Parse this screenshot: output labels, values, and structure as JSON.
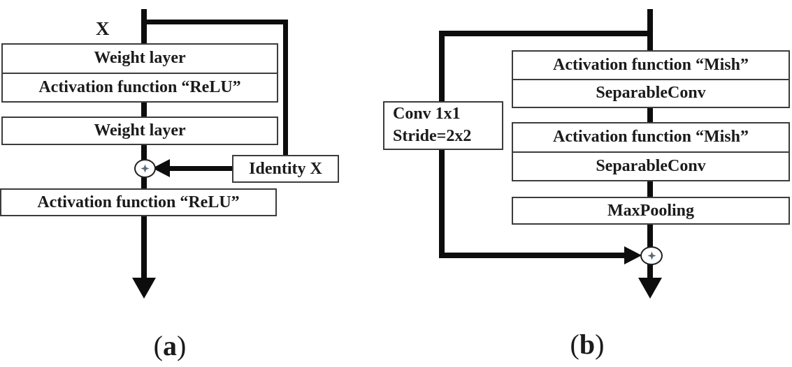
{
  "figure": {
    "background_color": "#ffffff",
    "line_color": "#0d0d0d",
    "icons": {
      "merge": "plus-in-circle-merge-icon"
    },
    "panel_a": {
      "input_label": "X",
      "boxes": {
        "weight1": "Weight layer",
        "relu1": "Activation function “ReLU”",
        "weight2": "Weight layer",
        "identity": "Identity X",
        "relu2": "Activation function “ReLU”"
      },
      "caption": {
        "open": "(",
        "letter": "a",
        "close": ")"
      }
    },
    "panel_b": {
      "conv_box": {
        "line1": "Conv 1x1",
        "line2": "Stride=2x2"
      },
      "boxes": {
        "mish1": "Activation function “Mish”",
        "sep1": "SeparableConv",
        "mish2": "Activation function “Mish”",
        "sep2": "SeparableConv",
        "maxpool": "MaxPooling"
      },
      "caption": {
        "open": "(",
        "letter": "b",
        "close": ")"
      }
    }
  }
}
